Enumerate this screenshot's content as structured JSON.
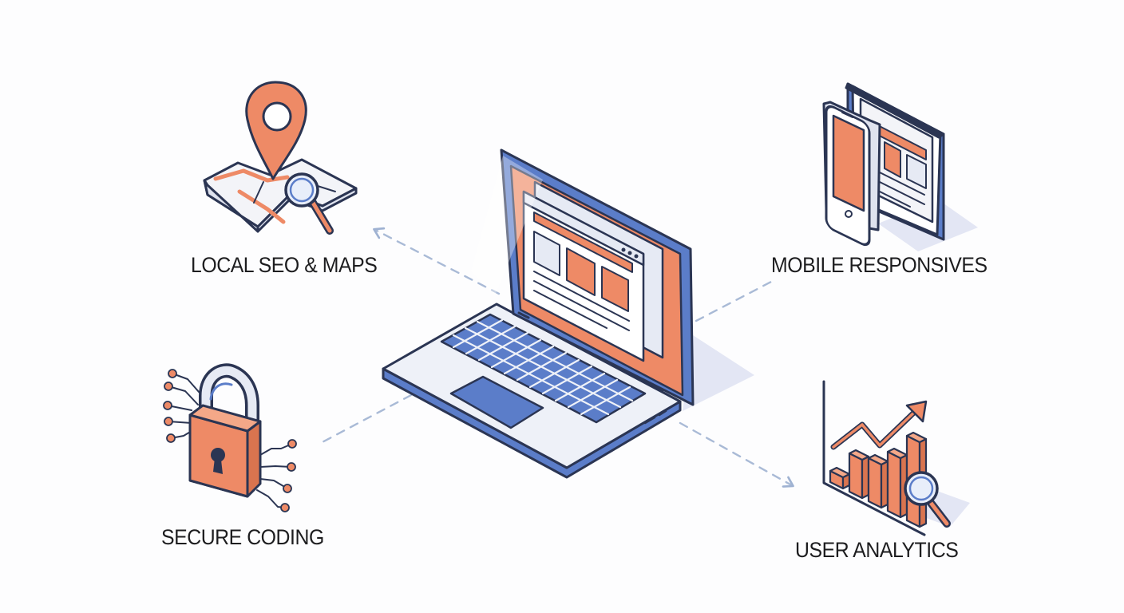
{
  "features": {
    "local_seo": {
      "label": "LOCAL SEO & MAPS",
      "icon": "map-pin-magnifier-icon"
    },
    "mobile": {
      "label": "MOBILE RESPONSIVES",
      "icon": "phone-tablet-icon"
    },
    "secure": {
      "label": "SECURE CODING",
      "icon": "padlock-circuit-icon"
    },
    "analytics": {
      "label": "USER ANALYTICS",
      "icon": "bar-chart-magnifier-icon"
    }
  },
  "center": {
    "icon": "laptop-webpage-icon"
  },
  "colors": {
    "orange": "#ee8a66",
    "blue": "#5b7dc9",
    "outline": "#2b3553",
    "connector": "#a9bad6",
    "shadow": "#e3e6f4"
  }
}
